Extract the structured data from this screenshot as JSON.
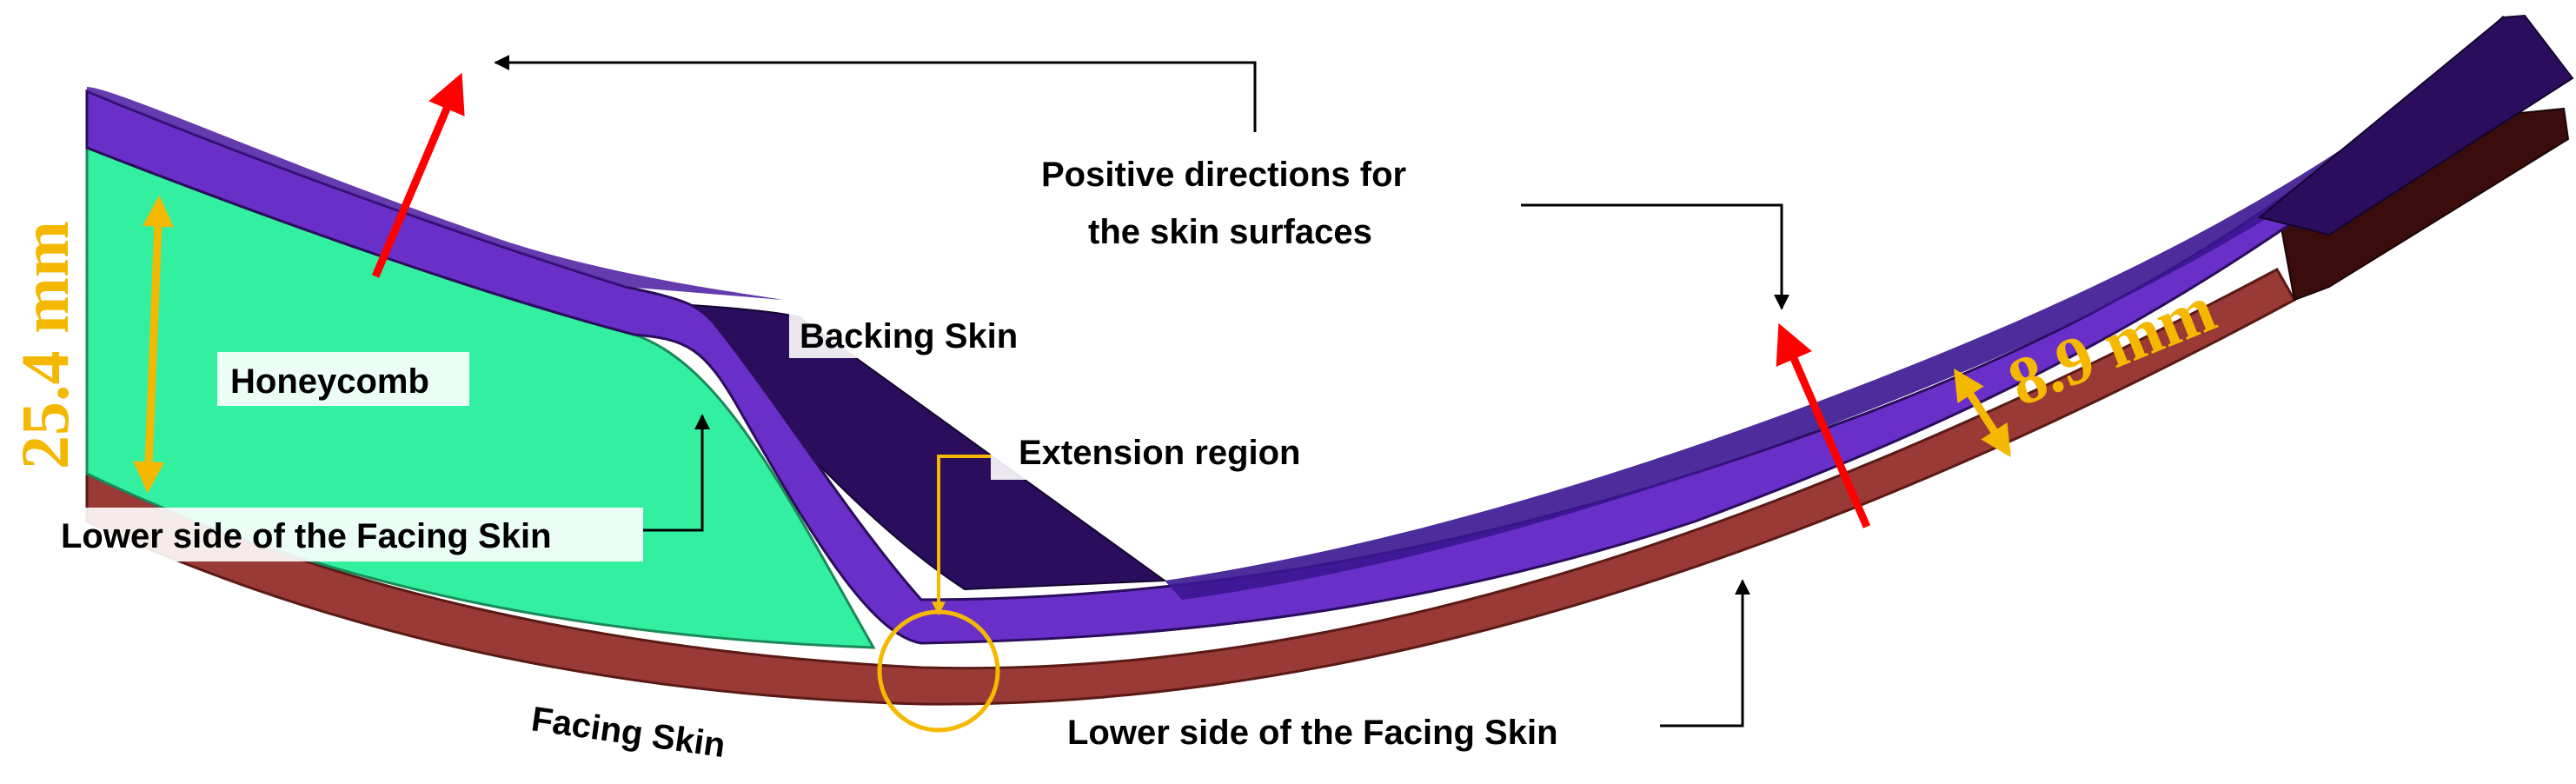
{
  "labels": {
    "positive_directions_line1": "Positive directions for",
    "positive_directions_line2": "the skin surfaces",
    "backing_skin": "Backing Skin",
    "honeycomb": "Honeycomb",
    "extension_region": "Extension region",
    "lower_side_left": "Lower side of the  Facing Skin",
    "lower_side_right": "Lower side of the  Facing Skin",
    "facing_skin": "Facing Skin"
  },
  "dimensions": {
    "thickness_left": "25.4 mm",
    "thickness_right": "8.9 mm"
  },
  "colors": {
    "honeycomb": "#33f0a0",
    "backing_skin_top": "#6a2fc8",
    "backing_dark": "#2a0d5c",
    "facing_skin": "#9a3a36",
    "facing_dark": "#3a0c0c",
    "normal_arrow": "#ff0000",
    "dimension": "#f5b800",
    "leader": "#000000"
  }
}
